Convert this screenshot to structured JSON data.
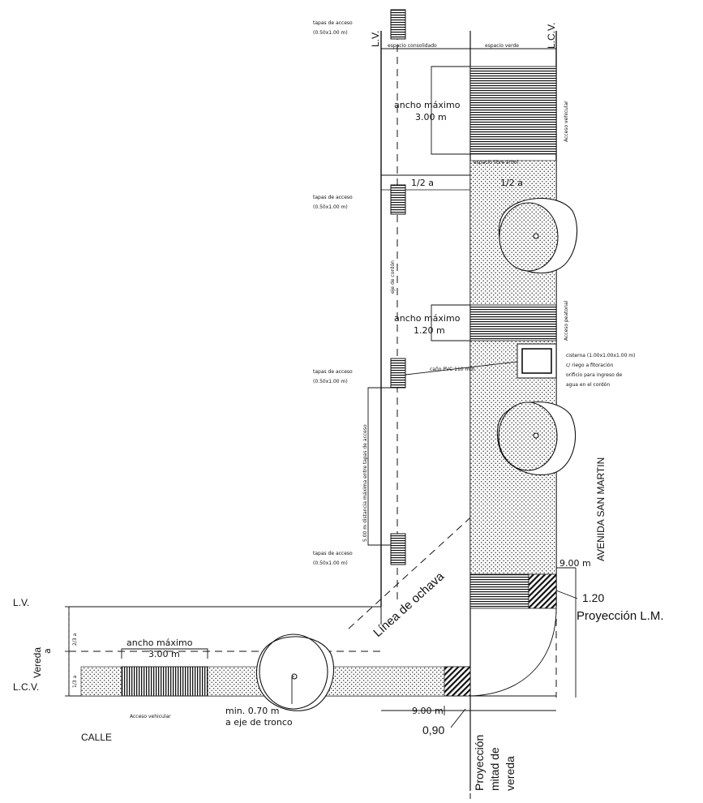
{
  "labels": {
    "lv_top": "L.V.",
    "lcv_top": "L.C.V.",
    "espacio_consolidado": "espacio consolidado",
    "espacio_verde": "espacio verde",
    "ancho_max_1": "ancho máximo",
    "ancho_max_1_val": "3.00 m",
    "acceso_vehicular_1": "Acceso vehicular",
    "espacio_libre": "espacio libre árbol",
    "half_a_left": "1/2 a",
    "half_a_right": "1/2 a",
    "eje_de_cordon": "eje de cordón",
    "ancho_max_2": "ancho máximo",
    "ancho_max_2_val": "1.20 m",
    "acceso_peatonal": "Acceso peatonal",
    "caño_pvc": "caño PVC 110 mm",
    "cisterna_1": "cisterna (1.00x1.00x1.00 m)",
    "cisterna_2": "c/ riego a fitoración",
    "cisterna_3": "orificio para ingreso de",
    "cisterna_4": "agua en el cordón",
    "vertical_note": "5.00 m distancia máxima entre tapas de acceso",
    "avenida": "AVENIDA SAN MARTIN",
    "nine_right": "9.00 m",
    "one_twenty": "1.20",
    "proy_lm": "Proyección L.M.",
    "linea_ochava": "Línea de ochava",
    "lv_left": "L.V.",
    "vereda": "Vereda",
    "frac_top": "2/3 a",
    "frac_bottom": "1/3 a",
    "a_label": "a",
    "lcv_left": "L.C.V.",
    "ancho_max_3": "ancho máximo",
    "ancho_max_3_val": "3.00 m",
    "acceso_vehicular_2": "Acceso vehicular",
    "min_070": "min. 0.70 m",
    "a_eje_tronco": "a eje de tronco",
    "nine_bottom": "9.00 m",
    "zero_ninety": "0,90",
    "calle": "CALLE",
    "proy_mitad_1": "Proyección",
    "proy_mitad_2": "mitad de",
    "proy_mitad_3": "vereda"
  },
  "tapas": [
    {
      "line1": "tapas de acceso",
      "line2": "(0.50x1.00 m)"
    },
    {
      "line1": "tapas de acceso",
      "line2": "(0.50x1.00 m)"
    },
    {
      "line1": "tapas de acceso",
      "line2": "(0.50x1.00 m)"
    },
    {
      "line1": "tapas de acceso",
      "line2": "(0.50x1.00 m)"
    }
  ]
}
